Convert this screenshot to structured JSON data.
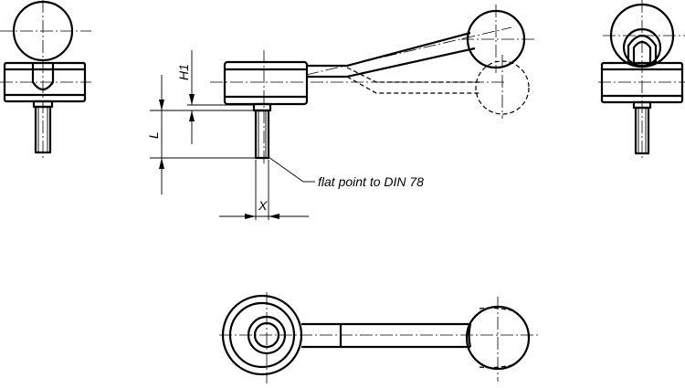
{
  "labels": {
    "h1": "H1",
    "l": "L",
    "x": "X",
    "note": "flat point to DIN 78"
  }
}
